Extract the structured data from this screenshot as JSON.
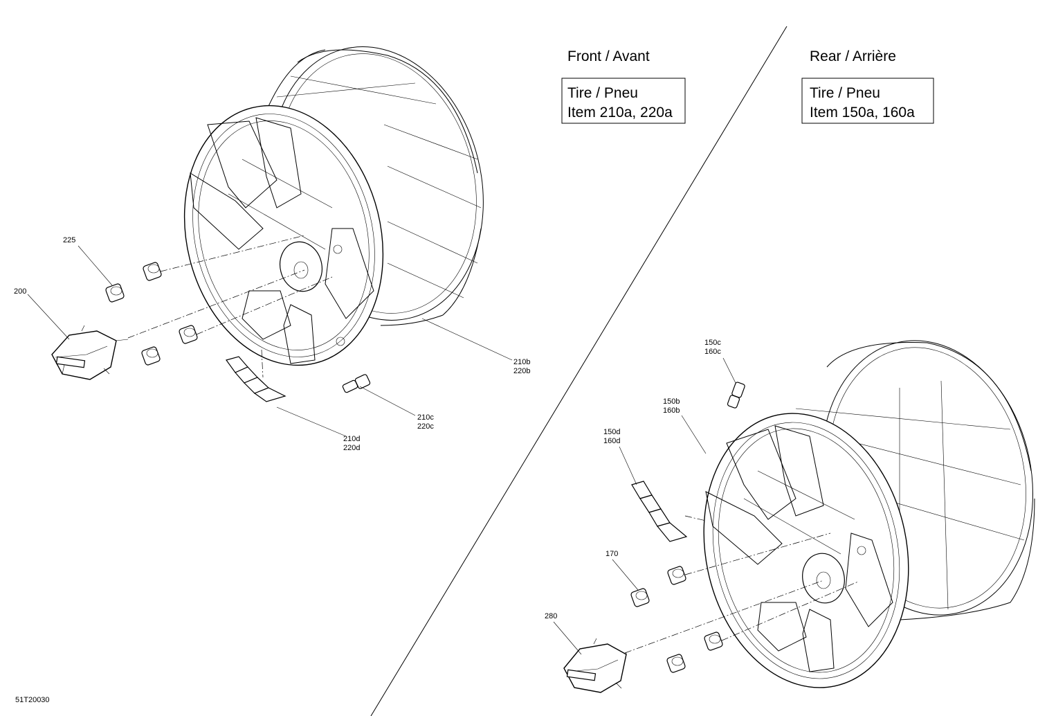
{
  "diagram_code": "51T20030",
  "sections": {
    "front": {
      "heading": "Front / Avant",
      "note_line1": "Tire / Pneu",
      "note_line2": "Item 210a, 220a"
    },
    "rear": {
      "heading": "Rear / Arrière",
      "note_line1": "Tire / Pneu",
      "note_line2": "Item 150a, 160a"
    }
  },
  "callouts": {
    "front": {
      "c225": "225",
      "c200": "200",
      "c210b": "210b",
      "c220b": "220b",
      "c210c": "210c",
      "c220c": "220c",
      "c210d": "210d",
      "c220d": "220d"
    },
    "rear": {
      "c150c": "150c",
      "c160c": "160c",
      "c150b": "150b",
      "c160b": "160b",
      "c150d": "150d",
      "c160d": "160d",
      "c170": "170",
      "c280": "280"
    }
  },
  "colors": {
    "line": "#000000",
    "background": "#ffffff"
  }
}
